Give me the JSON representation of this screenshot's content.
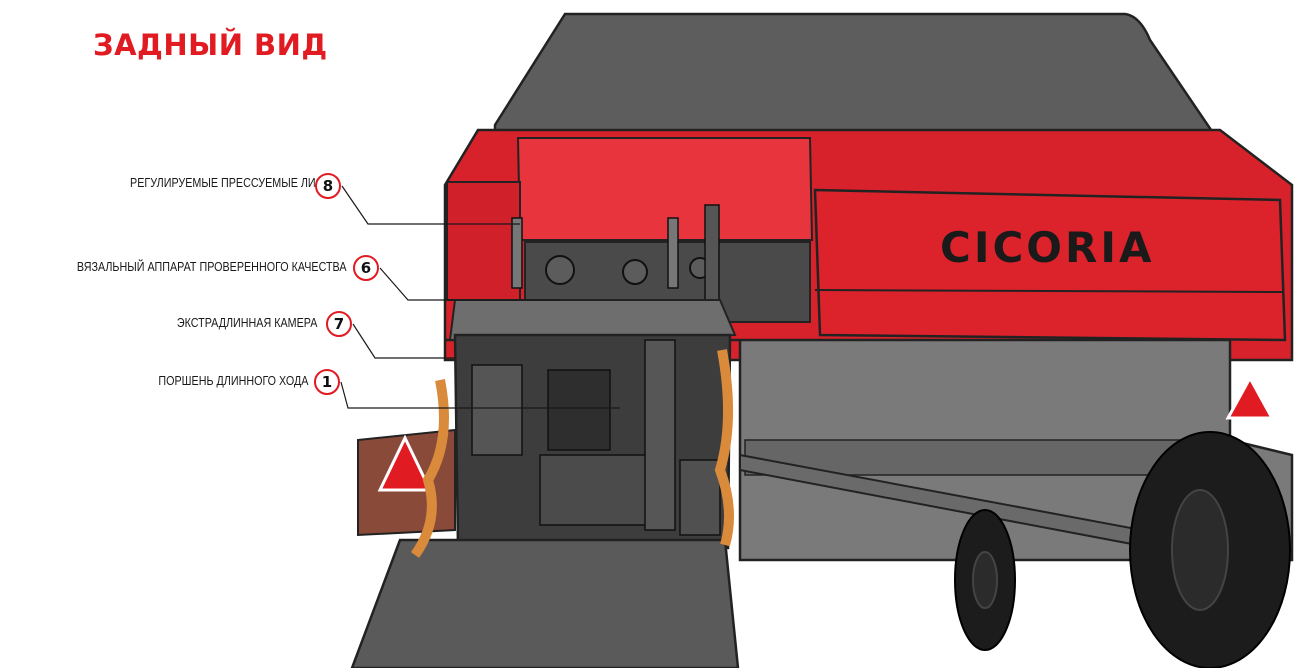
{
  "title": "ЗАДНЫЙ ВИД",
  "brand": "CICORIA",
  "colors": {
    "accent": "#e11b22",
    "machine_red": "#d8222b",
    "machine_gray": "#5f5f5f",
    "text_dark": "#1a1a1a"
  },
  "callouts": [
    {
      "number": "8",
      "label": "РЕГУЛИРУЕМЫЕ ПРЕССУЕМЫЕ ЛИСТЫ"
    },
    {
      "number": "6",
      "label": "ВЯЗАЛЬНЫЙ АППАРАТ ПРОВЕРЕННОГО КАЧЕСТВА"
    },
    {
      "number": "7",
      "label": "ЭКСТРАДЛИННАЯ КАМЕРА"
    },
    {
      "number": "1",
      "label": "ПОРШЕНЬ ДЛИННОГО ХОДА"
    }
  ]
}
